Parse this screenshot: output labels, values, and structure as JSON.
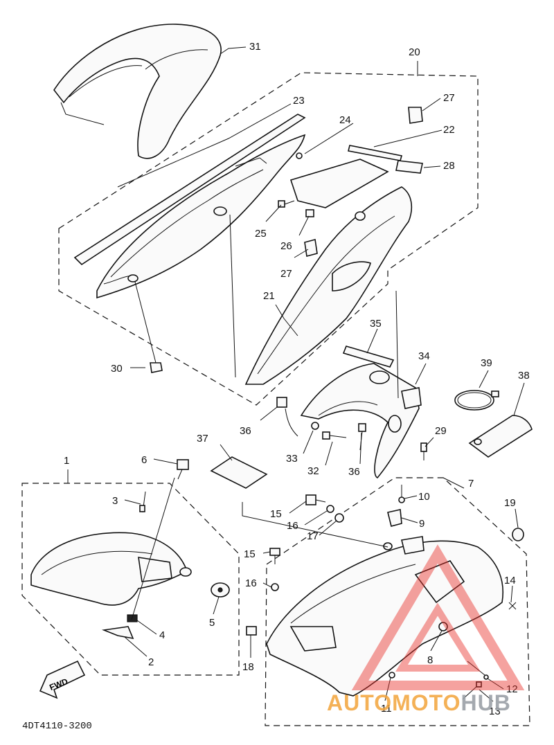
{
  "diagram": {
    "code": "4DT4110-3200",
    "fwd_label": "FWD",
    "watermark": {
      "brand_part1": "AUTOMOTO",
      "brand_part2": "HUB",
      "color_main": "#f2a33a",
      "color_accent": "#e8302a"
    },
    "callouts": [
      {
        "id": "c31",
        "label": "31"
      },
      {
        "id": "c20",
        "label": "20"
      },
      {
        "id": "c23",
        "label": "23"
      },
      {
        "id": "c27a",
        "label": "27"
      },
      {
        "id": "c24",
        "label": "24"
      },
      {
        "id": "c22",
        "label": "22"
      },
      {
        "id": "c28",
        "label": "28"
      },
      {
        "id": "c25",
        "label": "25"
      },
      {
        "id": "c26",
        "label": "26"
      },
      {
        "id": "c27b",
        "label": "27"
      },
      {
        "id": "c21",
        "label": "21"
      },
      {
        "id": "c35",
        "label": "35"
      },
      {
        "id": "c34",
        "label": "34"
      },
      {
        "id": "c39",
        "label": "39"
      },
      {
        "id": "c38",
        "label": "38"
      },
      {
        "id": "c30",
        "label": "30"
      },
      {
        "id": "c36a",
        "label": "36"
      },
      {
        "id": "c37",
        "label": "37"
      },
      {
        "id": "c33",
        "label": "33"
      },
      {
        "id": "c32",
        "label": "32"
      },
      {
        "id": "c36b",
        "label": "36"
      },
      {
        "id": "c29",
        "label": "29"
      },
      {
        "id": "c1",
        "label": "1"
      },
      {
        "id": "c6",
        "label": "6"
      },
      {
        "id": "c3",
        "label": "3"
      },
      {
        "id": "c7",
        "label": "7"
      },
      {
        "id": "c10",
        "label": "10"
      },
      {
        "id": "c19",
        "label": "19"
      },
      {
        "id": "c15a",
        "label": "15"
      },
      {
        "id": "c16a",
        "label": "16"
      },
      {
        "id": "c9",
        "label": "9"
      },
      {
        "id": "c17",
        "label": "17"
      },
      {
        "id": "c15b",
        "label": "15"
      },
      {
        "id": "c16b",
        "label": "16"
      },
      {
        "id": "c5",
        "label": "5"
      },
      {
        "id": "c4",
        "label": "4"
      },
      {
        "id": "c14",
        "label": "14"
      },
      {
        "id": "c2",
        "label": "2"
      },
      {
        "id": "c18",
        "label": "18"
      },
      {
        "id": "c8",
        "label": "8"
      },
      {
        "id": "c12",
        "label": "12"
      },
      {
        "id": "c11",
        "label": "11"
      },
      {
        "id": "c13",
        "label": "13"
      }
    ]
  }
}
